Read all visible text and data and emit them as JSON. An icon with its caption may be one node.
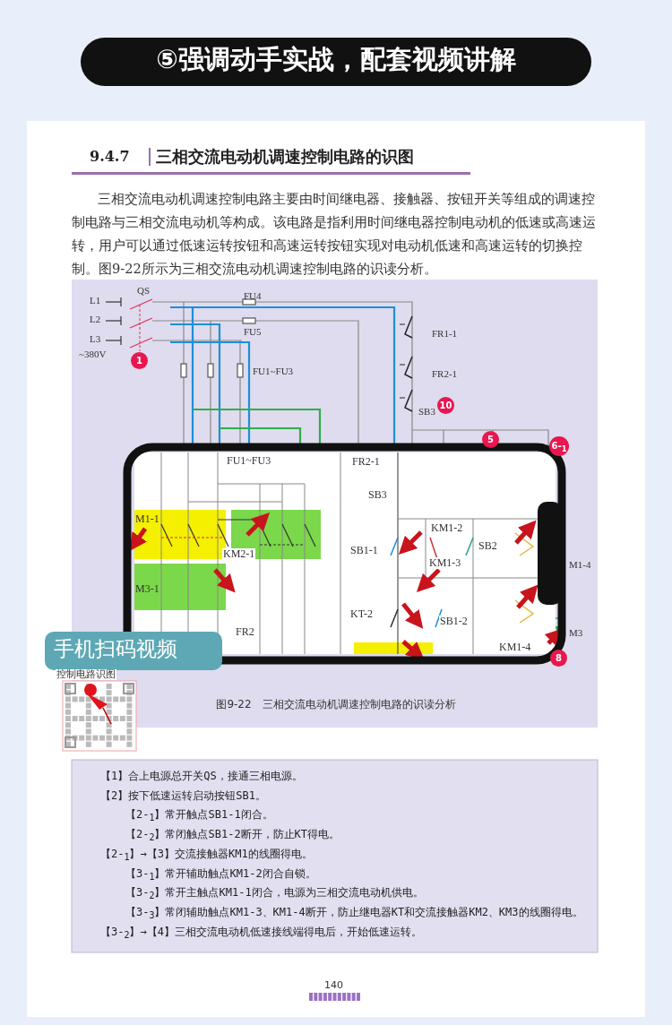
{
  "diagram": {
    "title": "⑤强调动手实战，配套视频讲解",
    "caption": "图9-22　三相交流电动机调速控制电路的识读分析",
    "labels": [
      "9.4.7",
      "三相交流电动机调速控制电路的识图",
      "三相交流电动机调速控制电路主要由时间继电器、接触器、按钮开关等组成的调速控制电路与三相交流电动机等构成。该电路是指利用时间继电器控制电动机的低速或高速运转，用户可以通过低速运转按钮和高速运转按钮实现对电动机低速和高速运转的切换控制。图9-22所示为三相交流电动机调速控制电路的识读分析。",
      "L1",
      "L2",
      "L3",
      "QS",
      "~380V",
      "1",
      "FU4",
      "FU5",
      "FU1~FU3",
      "FR1-1",
      "FR2-1",
      "SB3",
      "10",
      "5",
      "6-$_{1}$",
      "FU1~FU3",
      "FR2-1",
      "SB3",
      "M1-1",
      "KM2-1",
      "M3-1",
      "KM1-2",
      "SB1-1",
      "SB2",
      "KM1-3",
      "KT-2",
      "SB1-2",
      "FR2",
      "KM1-4",
      "M1-4",
      "M3",
      "8",
      "手机扫码视频",
      "控制电路识图",
      "【1】合上电源总开关QS，接通三相电源。",
      "【2】按下低速运转启动按钮SB1。",
      "【2-$_{1}$】常开触点SB1-1闭合。",
      "【2-$_{2}$】常闭触点SB1-2断开，防止KT得电。",
      "【2-$_{1}$】→【3】交流接触器KM1的线圈得电。",
      "【3-$_{1}$】常开辅助触点KM1-2闭合自锁。",
      "【3-$_{2}$】常开主触点KM1-1闭合，电源为三相交流电动机供电。",
      "【3-$_{3}$】常闭辅助触点KM1-3、KM1-4断开，防止继电器KT和交流接触器KM2、KM3的线圈得电。",
      "【3-$_{2}$】→【4】三相交流电动机低速接线端得电后，开始低速运转。",
      "140"
    ]
  }
}
